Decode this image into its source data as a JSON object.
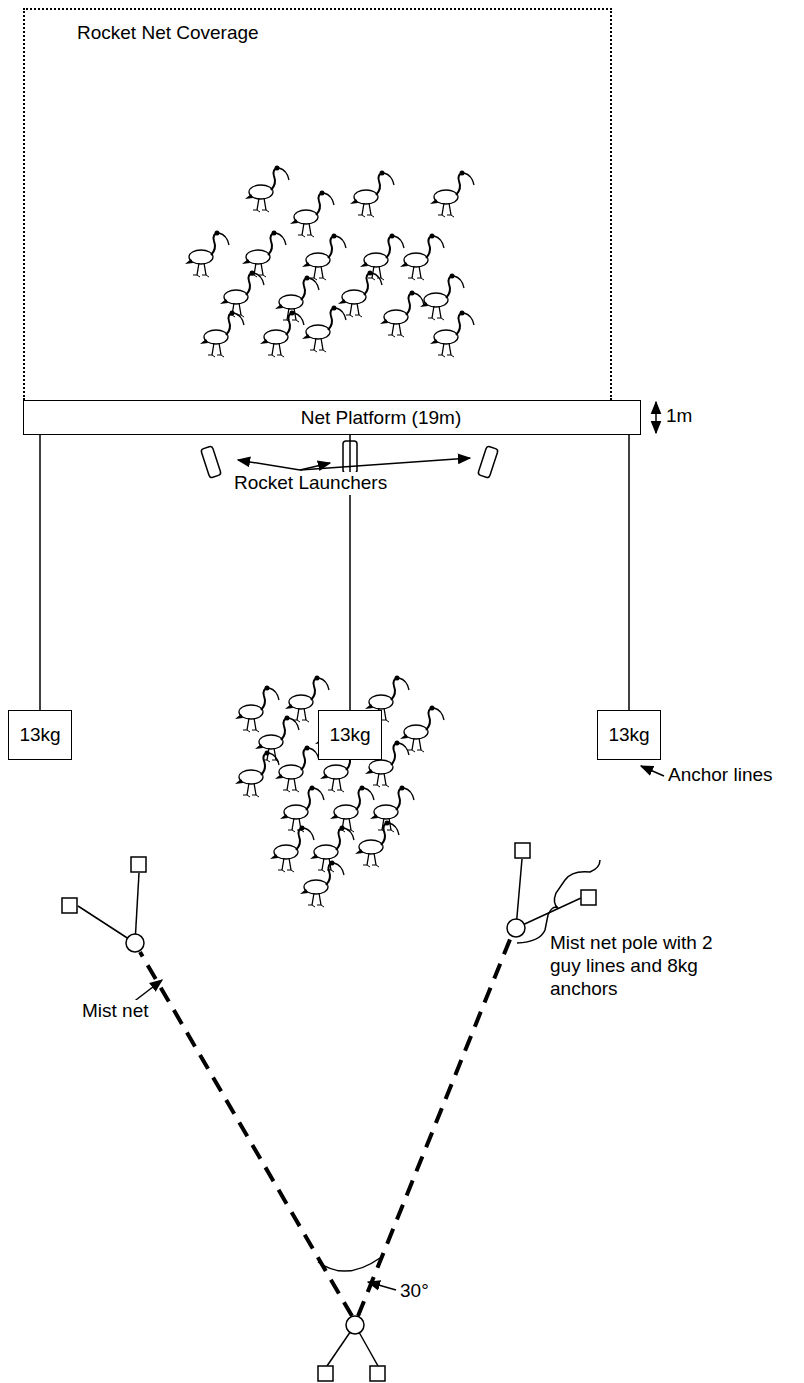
{
  "diagram": {
    "nodes": [
      {
        "text": [
          "Rocket Net Coverage"
        ]
      },
      {
        "text": [
          "Net Platform (19m)"
        ]
      },
      {
        "text": [
          "13kg"
        ]
      },
      {
        "text": [
          "13kg"
        ]
      },
      {
        "text": [
          "13kg"
        ]
      }
    ],
    "edges": [
      {
        "from": 1,
        "to": 2,
        "arrow": "none"
      },
      {
        "from": 1,
        "to": 3,
        "arrow": "none"
      },
      {
        "from": 1,
        "to": 4,
        "arrow": "none"
      }
    ],
    "labels": [
      "1m",
      "Rocket Launchers",
      "Anchor lines",
      "Mist net pole with 2 guy lines and 8kg anchors",
      "Mist net",
      "30°"
    ]
  }
}
